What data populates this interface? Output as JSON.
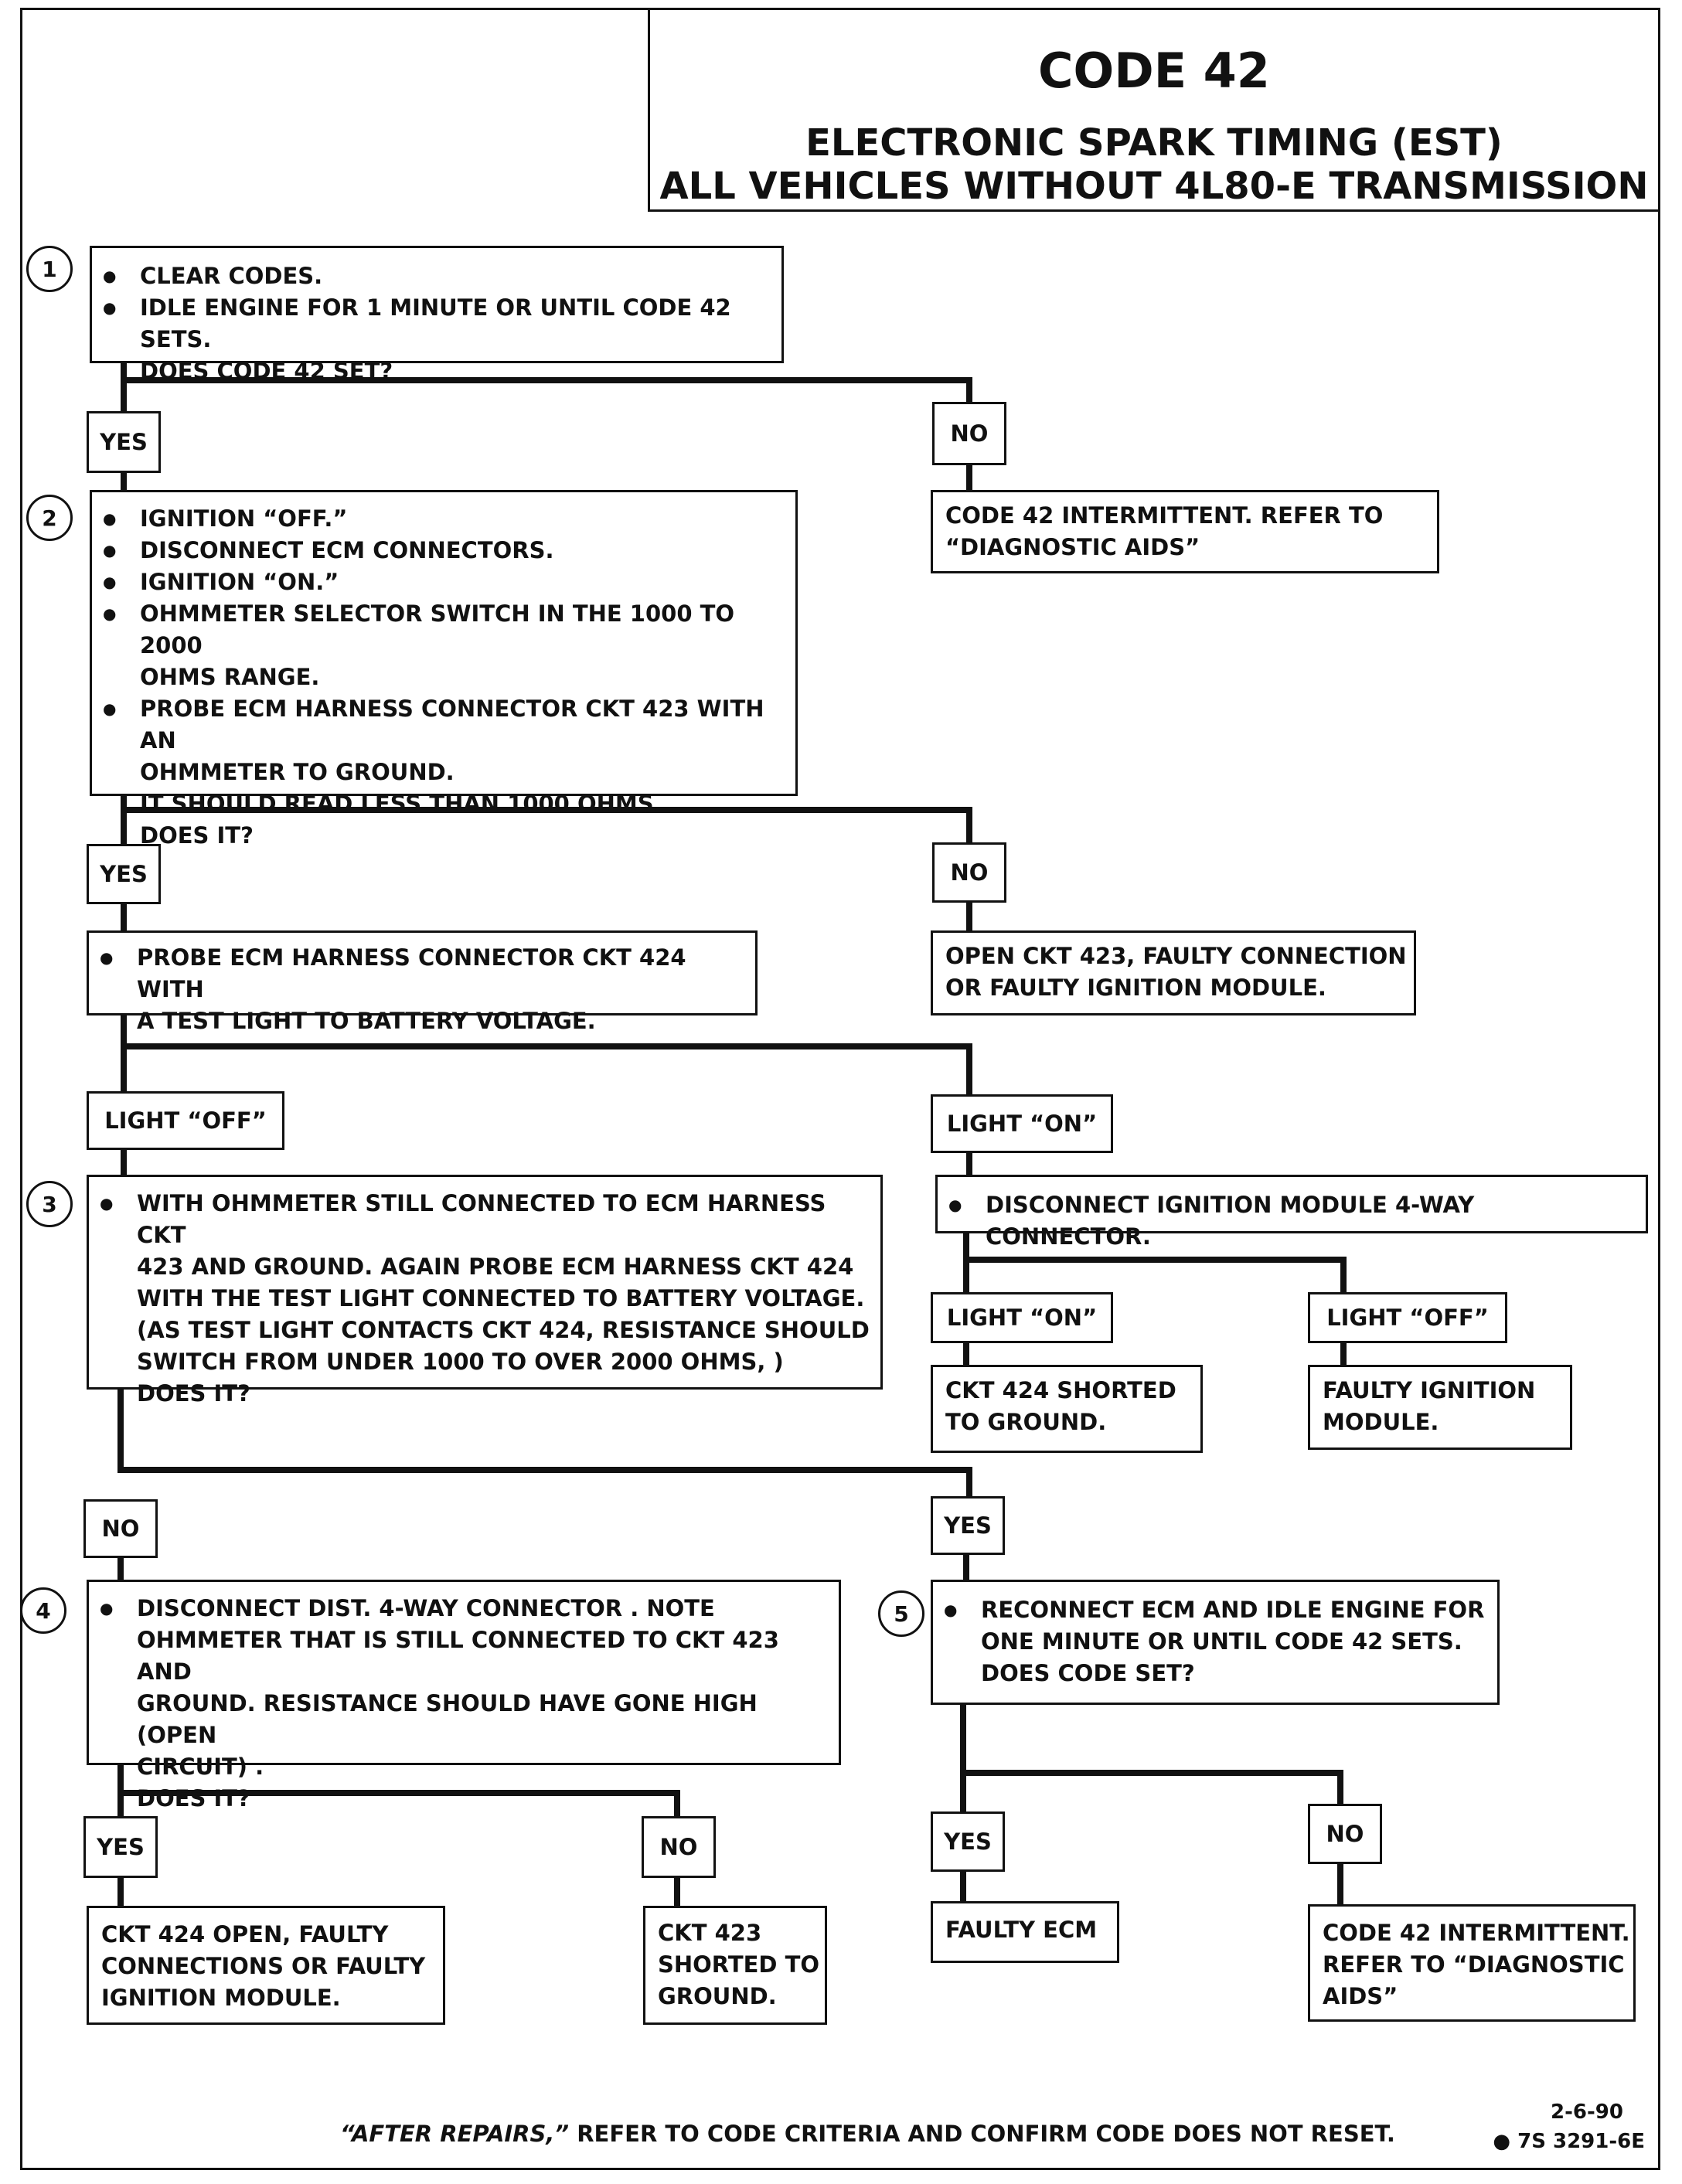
{
  "header": {
    "code": "CODE 42",
    "title1": "ELECTRONIC SPARK TIMING (EST)",
    "title2": "ALL VEHICLES WITHOUT 4L80-E TRANSMISSION"
  },
  "steps": {
    "s1": "1",
    "s2": "2",
    "s3": "3",
    "s4": "4",
    "s5": "5"
  },
  "box1": {
    "b1": "CLEAR CODES.",
    "b2": "IDLE ENGINE FOR 1 MINUTE OR UNTIL CODE 42 SETS.",
    "b2c": "DOES CODE 42 SET?"
  },
  "box2": {
    "b1": "IGNITION “OFF.”",
    "b2": "DISCONNECT ECM CONNECTORS.",
    "b3": "IGNITION “ON.”",
    "b4": "OHMMETER SELECTOR SWITCH IN THE 1000 TO 2000",
    "b4c": "OHMS RANGE.",
    "b5": "PROBE ECM HARNESS CONNECTOR CKT 423  WITH AN",
    "b5c1": "OHMMETER TO GROUND.",
    "b5c2": "IT SHOULD READ LESS THAN 1000 OHMS.",
    "b5c3": "DOES IT?"
  },
  "box_code42_intermittent_1": {
    "l1": "CODE 42 INTERMITTENT.  REFER TO",
    "l2": "“DIAGNOSTIC AIDS”"
  },
  "box_probe424": {
    "b1": "PROBE ECM HARNESS CONNECTOR CKT 424 WITH",
    "b1c": "A TEST LIGHT TO BATTERY VOLTAGE."
  },
  "box_open423": {
    "l1": "OPEN CKT 423, FAULTY CONNECTION",
    "l2": "OR FAULTY IGNITION MODULE."
  },
  "box3": {
    "b1": "WITH OHMMETER STILL CONNECTED TO ECM HARNESS CKT",
    "c1": "423 AND GROUND.  AGAIN PROBE ECM HARNESS CKT 424",
    "c2": "WITH THE TEST LIGHT CONNECTED TO BATTERY VOLTAGE.",
    "c3": "(AS TEST LIGHT CONTACTS CKT 424, RESISTANCE SHOULD",
    "c4": "SWITCH FROM UNDER 1000 TO OVER 2000 OHMS, )",
    "c5": "DOES IT?"
  },
  "box_disc_ign": {
    "b1": "DISCONNECT IGNITION MODULE 4-WAY CONNECTOR."
  },
  "box_ckt424_short": {
    "l1": "CKT 424  SHORTED",
    "l2": "TO GROUND."
  },
  "box_faulty_ign": {
    "l1": "FAULTY IGNITION",
    "l2": "MODULE."
  },
  "box4": {
    "b1": "DISCONNECT DIST. 4-WAY CONNECTOR .  NOTE",
    "c1": "OHMMETER THAT IS STILL CONNECTED TO CKT 423  AND",
    "c2": "GROUND. RESISTANCE SHOULD HAVE GONE HIGH (OPEN",
    "c3": "CIRCUIT) .",
    "c4": "DOES IT?"
  },
  "box5": {
    "b1": "RECONNECT ECM AND IDLE ENGINE FOR",
    "c1": "ONE MINUTE OR UNTIL CODE 42 SETS.",
    "c2": "DOES CODE SET?"
  },
  "box_ckt424_open": {
    "l1": "CKT 424 OPEN, FAULTY",
    "l2": "CONNECTIONS OR FAULTY",
    "l3": "IGNITION MODULE."
  },
  "box_ckt423_short": {
    "l1": "CKT 423",
    "l2": "SHORTED TO",
    "l3": "GROUND."
  },
  "box_faulty_ecm": {
    "l1": "FAULTY ECM"
  },
  "box_code42_intermittent_2": {
    "l1": "CODE 42 INTERMITTENT.",
    "l2": "REFER TO “DIAGNOSTIC",
    "l3": "AIDS”"
  },
  "labels": {
    "yes": "YES",
    "no": "NO",
    "light_off": "LIGHT “OFF”",
    "light_on": "LIGHT “ON”"
  },
  "footer": {
    "italic": "“AFTER REPAIRS,”",
    "rest": " REFER TO CODE CRITERIA  AND CONFIRM CODE DOES NOT RESET.",
    "date": "2-6-90",
    "doc": "● 7S 3291-6E"
  }
}
